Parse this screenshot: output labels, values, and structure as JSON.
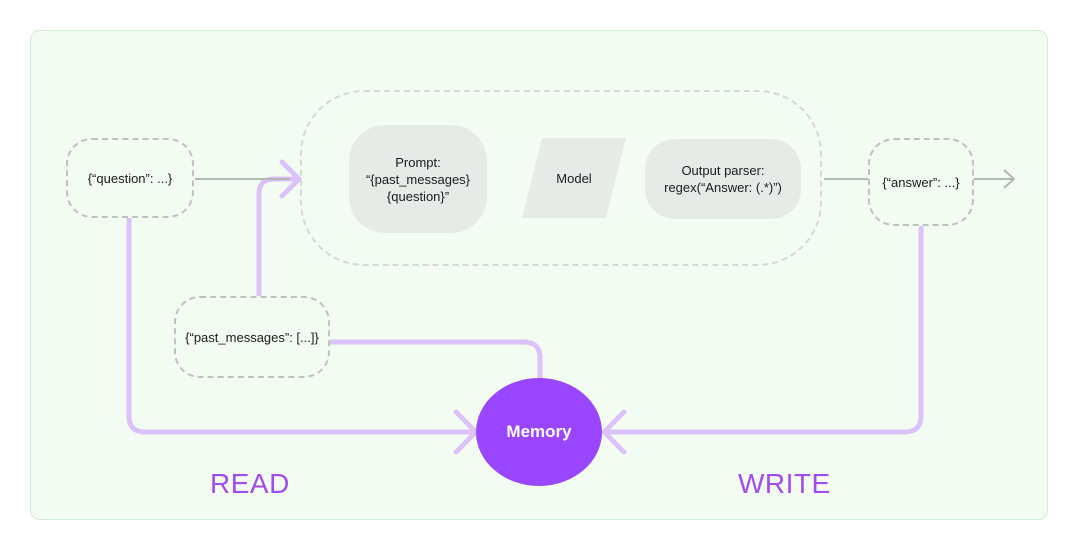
{
  "nodes": {
    "question": "{“question”: ...}",
    "past_messages": "{“past_messages”: [...]}",
    "answer": "{“answer”: ...}",
    "prompt": {
      "line1": "Prompt:",
      "line2": "“{past_messages}",
      "line3": "{question}”"
    },
    "model": "Model",
    "output_parser": {
      "line1": "Output parser:",
      "line2": "regex(“Answer: (.*)”)"
    },
    "memory": "Memory"
  },
  "labels": {
    "read": "READ",
    "write": "WRITE"
  },
  "colors": {
    "panel_bg": "#f3fcf3",
    "panel_border": "#cfeed2",
    "memory_fill": "#9a45ff",
    "memory_wire": "#dcc2fb",
    "label_text": "#a04cf0",
    "gray_wire": "#b3b8b3",
    "node_fill": "#e7ebe7"
  }
}
